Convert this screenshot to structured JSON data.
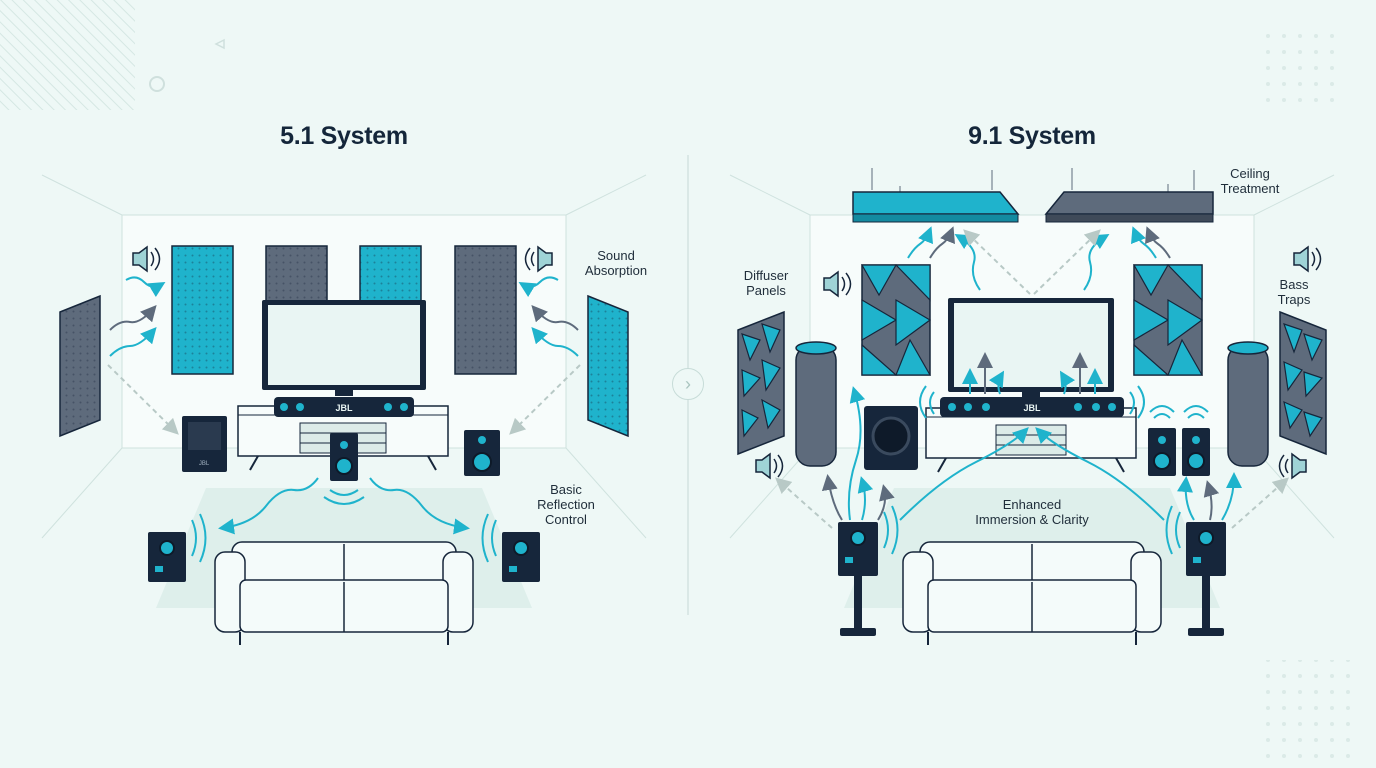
{
  "left_panel": {
    "title": "5.1 System",
    "labels": {
      "sound_absorption": "Sound\nAbsorption",
      "basic_reflection": "Basic\nReflection\nControl"
    }
  },
  "right_panel": {
    "title": "9.1 System",
    "labels": {
      "ceiling_treatment": "Ceiling\nTreatment",
      "diffuser_panels": "Diffuser\nPanels",
      "bass_traps": "Bass\nTraps",
      "enhanced": "Enhanced\nImmersion & Clarity"
    }
  },
  "brand_text": "JBL",
  "nav_icon": "chevron-right-icon",
  "colors": {
    "background": "#eef8f6",
    "teal": "#1fb3cc",
    "slate": "#5e6b7c",
    "navy": "#16263b",
    "wall": "#f7fcfb",
    "line": "#cfe2de"
  }
}
